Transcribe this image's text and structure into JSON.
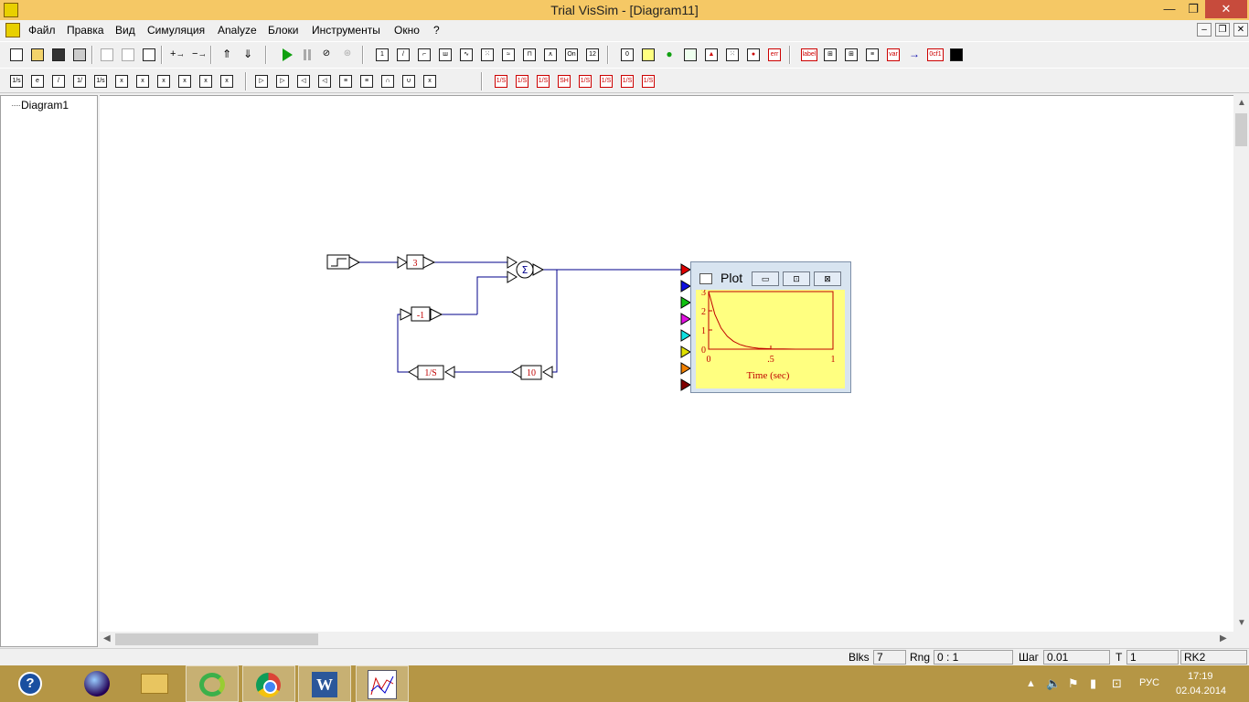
{
  "window": {
    "title": "Trial VisSim - [Diagram11]",
    "minimize": "—",
    "maximize": "❐",
    "close": "✕"
  },
  "menu": [
    "Файл",
    "Правка",
    "Вид",
    "Симуляция",
    "Analyze",
    "Блоки",
    "Инструменты",
    "Окно",
    "?"
  ],
  "mdi": {
    "minimize": "–",
    "restore": "❐",
    "close": "✕"
  },
  "toolbar_top": {
    "block_labels": {
      "zero": "0",
      "lab": "label",
      "vat": "var",
      "ocf": "0cf1",
      "onl": "On",
      "num12": "12"
    }
  },
  "toolbar_bottom": {
    "group_a": [
      "1/s",
      "e",
      "/",
      "1/",
      "1/s",
      "x",
      "x",
      "x",
      "x",
      "x",
      "x"
    ],
    "group_c": [
      "1/S",
      "1/S",
      "1/S",
      "SH",
      "1/S",
      "1/S",
      "1/S",
      "1/S"
    ]
  },
  "tree": {
    "items": [
      "Diagram1"
    ]
  },
  "diagram": {
    "gain_top": "3",
    "gain_mid": "-1",
    "integrator": "1/S",
    "gain_bottom": "10",
    "summer": "Σ"
  },
  "plot": {
    "title": "Plot",
    "x_axis_label": "Time (sec)",
    "x_ticks": [
      "0",
      ".5",
      "1"
    ],
    "y_ticks": [
      "3",
      "2",
      "1",
      "0"
    ]
  },
  "chart_data": {
    "type": "line",
    "x_label": "Time (sec)",
    "xlim": [
      0,
      1
    ],
    "ylim": [
      0,
      3
    ],
    "series": [
      {
        "x": [
          0,
          0.05,
          0.1,
          0.15,
          0.2,
          0.25,
          0.3,
          0.35,
          0.4,
          0.5,
          0.6,
          0.7,
          0.8,
          0.9,
          1.0
        ],
        "y": [
          3,
          1.82,
          1.1,
          0.67,
          0.41,
          0.25,
          0.15,
          0.09,
          0.05,
          0.02,
          0.01,
          0,
          0,
          0,
          0
        ]
      }
    ],
    "color": "#c00000"
  },
  "status": {
    "blks_label": "Blks",
    "blks_value": "7",
    "rng_label": "Rng",
    "rng_value": "0 : 1",
    "step_label": "Шаг",
    "step_value": "0.01",
    "t_label": "T",
    "t_value": "1",
    "method": "RK2"
  },
  "taskbar": {
    "lang": "РУС",
    "time": "17:19",
    "date": "02.04.2014",
    "help_glyph": "?",
    "word_glyph": "W"
  },
  "colors": {
    "titlebar": "#f5c865",
    "taskbar": "#b59645",
    "wire": "#00008b",
    "block_text": "#c00000",
    "plot_bg": "#ffff80"
  }
}
